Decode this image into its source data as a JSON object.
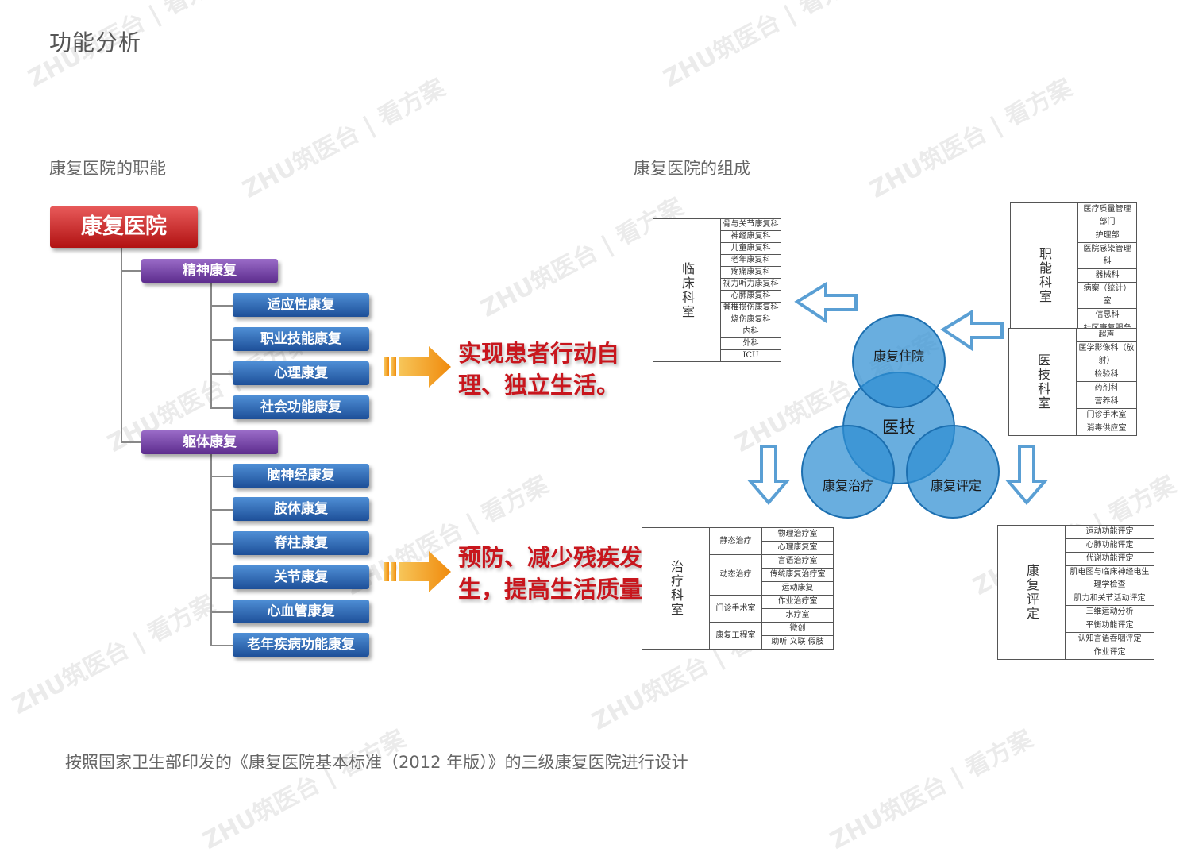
{
  "page_title": "功能分析",
  "left_title": "康复医院的职能",
  "right_title": "康复医院的组成",
  "tree": {
    "root": "康复医院",
    "groups": [
      {
        "label": "精神康复",
        "items": [
          "适应性康复",
          "职业技能康复",
          "心理康复",
          "社会功能康复"
        ]
      },
      {
        "label": "躯体康复",
        "items": [
          "脑神经康复",
          "肢体康复",
          "脊柱康复",
          "关节康复",
          "心血管康复",
          "老年疾病功能康复"
        ]
      }
    ]
  },
  "outcomes": [
    {
      "line1": "实现患者行动自",
      "line2": "理、独立生活。"
    },
    {
      "line1": "预防、减少残疾发",
      "line2": "生，提高生活质量。"
    }
  ],
  "circles": {
    "top": "康复住院",
    "center": "医技",
    "left": "康复治疗",
    "right": "康复评定"
  },
  "clinical": {
    "title": "临床科室",
    "items": [
      "骨与关节康复科",
      "神经康复科",
      "儿童康复科",
      "老年康复科",
      "疼痛康复科",
      "视力听力康复科",
      "心肺康复科",
      "脊椎损伤康复科",
      "烧伤康复科",
      "内科",
      "外科",
      "ICU"
    ]
  },
  "functional": {
    "title": "职能科室",
    "items": [
      "医疗质量管理部门",
      "护理部",
      "医院感染管理科",
      "器械科",
      "病案（统计）室",
      "信息科",
      "社区康复服务部门"
    ]
  },
  "medtech": {
    "title": "医技科室",
    "items": [
      "超声",
      "医学影像科（放射）",
      "检验科",
      "药剂科",
      "营养科",
      "门诊手术室",
      "消毒供应室"
    ]
  },
  "therapy": {
    "title": "治疗科室",
    "groups": [
      {
        "label": "静态治疗",
        "items": [
          "物理治疗室",
          "心理康复室"
        ]
      },
      {
        "label": "动态治疗",
        "items": [
          "言语治疗室",
          "传统康复治疗室",
          "运动康复"
        ]
      },
      {
        "label": "门诊手术室",
        "items": [
          "作业治疗室",
          "水疗室"
        ]
      },
      {
        "label": "康复工程室",
        "items": [
          "微创",
          "助听  义联  假肢"
        ]
      }
    ]
  },
  "assessment": {
    "title": "康复评定",
    "items": [
      "运动功能评定",
      "心肺功能评定",
      "代谢功能评定",
      "肌电图与临床神经电生理学检查",
      "肌力和关节活动评定",
      "三维运动分析",
      "平衡功能评定",
      "认知言语吞咽评定",
      "作业评定"
    ]
  },
  "footer": "按照国家卫生部印发的《康复医院基本标准（2012 年版）》的三级康复医院进行设计",
  "watermark": "ZHU筑医台 | 看方案",
  "colors": {
    "root": "#c41a1a",
    "category": "#6b3a9b",
    "leaf": "#2a63b0",
    "outcome": "#c8161d",
    "circle": "#2f8fd3",
    "arrow": "#5a9fd4"
  }
}
